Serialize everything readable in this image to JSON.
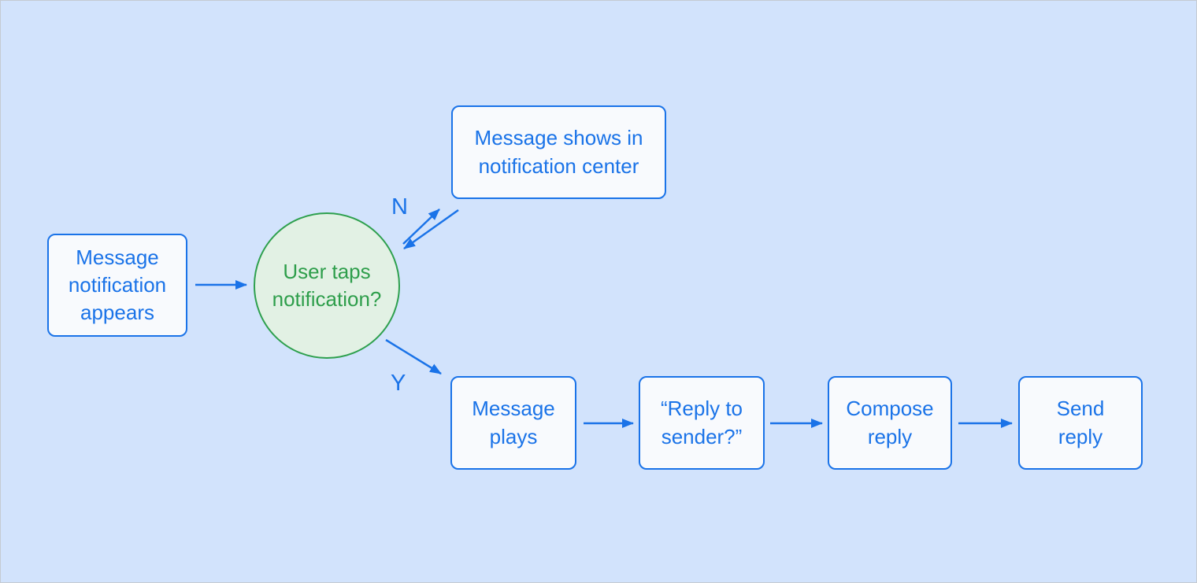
{
  "diagram": {
    "type": "flowchart",
    "nodes": {
      "start": {
        "label": "Message notification appears",
        "shape": "rectangle"
      },
      "decision": {
        "label": "User taps notification?",
        "shape": "circle"
      },
      "notification_center": {
        "label": "Message shows in notification center",
        "shape": "rectangle"
      },
      "message_plays": {
        "label": "Message plays",
        "shape": "rectangle"
      },
      "reply_to_sender": {
        "label": "“Reply to sender?”",
        "shape": "rectangle"
      },
      "compose_reply": {
        "label": "Compose reply",
        "shape": "rectangle"
      },
      "send_reply": {
        "label": "Send reply",
        "shape": "rectangle"
      }
    },
    "branch_labels": {
      "no": "N",
      "yes": "Y"
    },
    "edges": [
      {
        "from": "start",
        "to": "decision",
        "label": ""
      },
      {
        "from": "decision",
        "to": "notification_center",
        "label": "N"
      },
      {
        "from": "notification_center",
        "to": "decision",
        "label": ""
      },
      {
        "from": "decision",
        "to": "message_plays",
        "label": "Y"
      },
      {
        "from": "message_plays",
        "to": "reply_to_sender",
        "label": ""
      },
      {
        "from": "reply_to_sender",
        "to": "compose_reply",
        "label": ""
      },
      {
        "from": "compose_reply",
        "to": "send_reply",
        "label": ""
      }
    ],
    "colors": {
      "canvas_background": "#d2e3fc",
      "canvas_border": "#c5cad2",
      "box_fill": "#f8fafd",
      "box_border": "#1a73e8",
      "box_text": "#1a73e8",
      "arrow": "#1a73e8",
      "circle_fill": "#e2f1e4",
      "circle_border": "#2ea04e",
      "circle_text": "#2e9e4b"
    }
  }
}
